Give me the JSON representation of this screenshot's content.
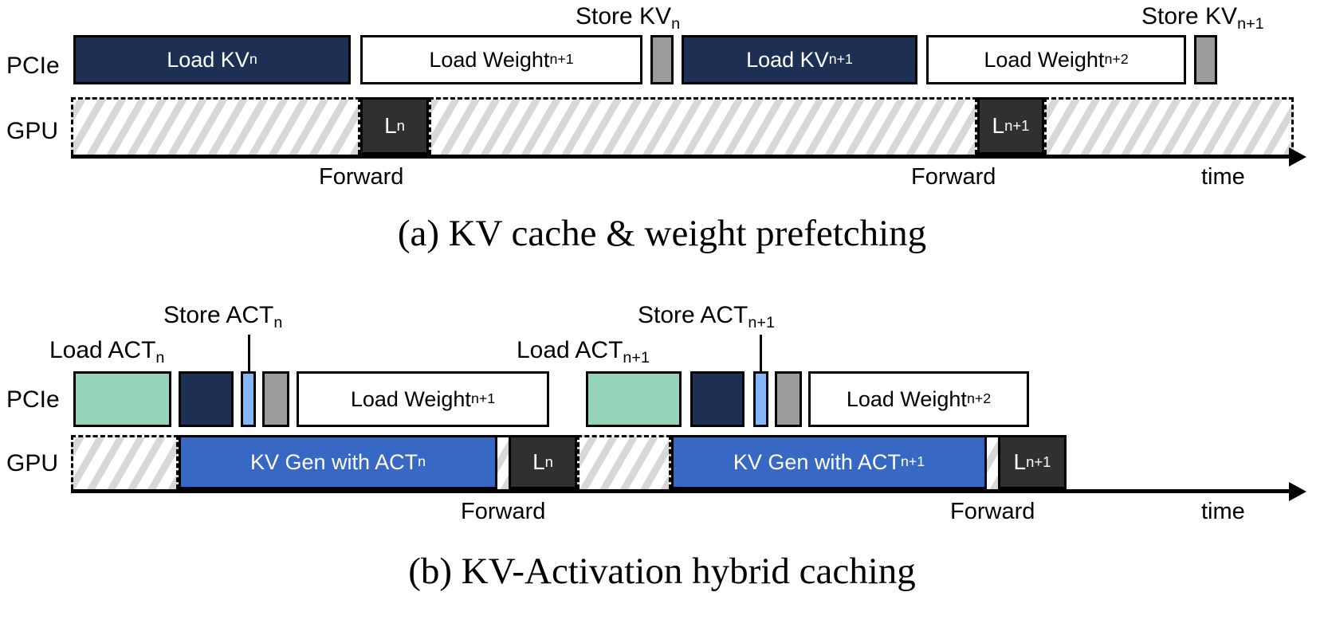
{
  "figure": {
    "title_a": "(a) KV cache & weight prefetching",
    "title_b": "(b) KV-Activation hybrid caching",
    "axis_label": "time",
    "forward_label": "Forward"
  },
  "colors": {
    "navy": "#1d3054",
    "white": "#ffffff",
    "grey": "#9b9b9b",
    "green": "#93d3b8",
    "light_blue": "#85b6f7",
    "blue": "#3768c4",
    "dark": "#303030",
    "hatch": "#d8d8d8",
    "outline": "#000000"
  },
  "panel_a": {
    "lane_labels": {
      "pcie": "PCIe",
      "gpu": "GPU"
    },
    "annotations": [
      {
        "text": "Store KV",
        "sub": "n"
      },
      {
        "text": "Store KV",
        "sub": "n+1"
      }
    ],
    "pcie_blocks": [
      {
        "label": "Load KV",
        "sub": "n",
        "style": "navy"
      },
      {
        "label": "Load Weight",
        "sub": "n+1",
        "style": "white"
      },
      {
        "label": "",
        "sub": "",
        "style": "grey"
      },
      {
        "label": "Load KV",
        "sub": "n+1",
        "style": "navy"
      },
      {
        "label": "Load Weight",
        "sub": "n+2",
        "style": "white"
      },
      {
        "label": "",
        "sub": "",
        "style": "grey"
      }
    ],
    "gpu_blocks": [
      {
        "label": "",
        "sub": "",
        "style": "idle"
      },
      {
        "label": "L",
        "sub": "n",
        "style": "dark"
      },
      {
        "label": "",
        "sub": "",
        "style": "idle"
      },
      {
        "label": "L",
        "sub": "n+1",
        "style": "dark"
      },
      {
        "label": "",
        "sub": "",
        "style": "idle"
      }
    ],
    "forward_marks": [
      "Forward",
      "Forward"
    ]
  },
  "panel_b": {
    "lane_labels": {
      "pcie": "PCIe",
      "gpu": "GPU"
    },
    "annotations": [
      {
        "text": "Load ACT",
        "sub": "n"
      },
      {
        "text": "Store ACT",
        "sub": "n"
      },
      {
        "text": "Load ACT",
        "sub": "n+1"
      },
      {
        "text": "Store ACT",
        "sub": "n+1"
      }
    ],
    "pcie_blocks": [
      {
        "label": "",
        "sub": "",
        "style": "green"
      },
      {
        "label": "",
        "sub": "",
        "style": "navy"
      },
      {
        "label": "",
        "sub": "",
        "style": "light_blue"
      },
      {
        "label": "",
        "sub": "",
        "style": "grey"
      },
      {
        "label": "Load Weight",
        "sub": "n+1",
        "style": "white"
      },
      {
        "label": "",
        "sub": "",
        "style": "green"
      },
      {
        "label": "",
        "sub": "",
        "style": "navy"
      },
      {
        "label": "",
        "sub": "",
        "style": "light_blue"
      },
      {
        "label": "",
        "sub": "",
        "style": "grey"
      },
      {
        "label": "Load Weight",
        "sub": "n+2",
        "style": "white"
      }
    ],
    "gpu_blocks": [
      {
        "label": "",
        "sub": "",
        "style": "idle"
      },
      {
        "label": "KV Gen with ACT",
        "sub": "n",
        "style": "blue"
      },
      {
        "label": "",
        "sub": "",
        "style": "idle"
      },
      {
        "label": "L",
        "sub": "n",
        "style": "dark"
      },
      {
        "label": "",
        "sub": "",
        "style": "idle"
      },
      {
        "label": "KV Gen with ACT",
        "sub": "n+1",
        "style": "blue"
      },
      {
        "label": "",
        "sub": "",
        "style": "idle"
      },
      {
        "label": "L",
        "sub": "n+1",
        "style": "dark"
      }
    ],
    "forward_marks": [
      "Forward",
      "Forward"
    ]
  }
}
